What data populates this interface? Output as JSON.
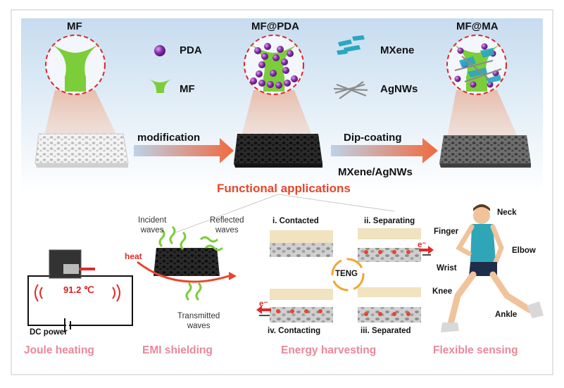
{
  "top": {
    "stage1": "MF",
    "stage2": "MF@PDA",
    "stage3": "MF@MA",
    "legend": {
      "pda": "PDA",
      "mf": "MF",
      "mxene": "MXene",
      "agnws": "AgNWs"
    },
    "arrow1": "modification",
    "arrow2_top": "Dip-coating",
    "arrow2_bottom": "MXene/AgNWs"
  },
  "functional_title": "Functional applications",
  "joule": {
    "temp": "91.2 ℃",
    "power": "DC power",
    "heat": "heat"
  },
  "emi": {
    "incident": "Incident\nwaves",
    "reflected": "Reflected\nwaves",
    "transmitted": "Transmitted\nwaves"
  },
  "teng": {
    "center": "TENG",
    "i": "i. Contacted",
    "ii": "ii. Separating",
    "iii": "iii. Separated",
    "iv": "iv. Contacting",
    "electron": "e⁻"
  },
  "sensing": {
    "neck": "Neck",
    "finger": "Finger",
    "elbow": "Elbow",
    "wrist": "Wrist",
    "knee": "Knee",
    "ankle": "Ankle"
  },
  "bottom_labels": {
    "joule": "Joule heating",
    "emi": "EMI shielding",
    "energy": "Energy harvesting",
    "sensing": "Flexible sensing"
  },
  "colors": {
    "bg_top": "#cfe2f3",
    "pda": "#7d2a9a",
    "mf": "#7ccd3a",
    "mxene": "#2aa6c2",
    "accent_red": "#e8452c",
    "bottom_text": "#e8889b"
  }
}
